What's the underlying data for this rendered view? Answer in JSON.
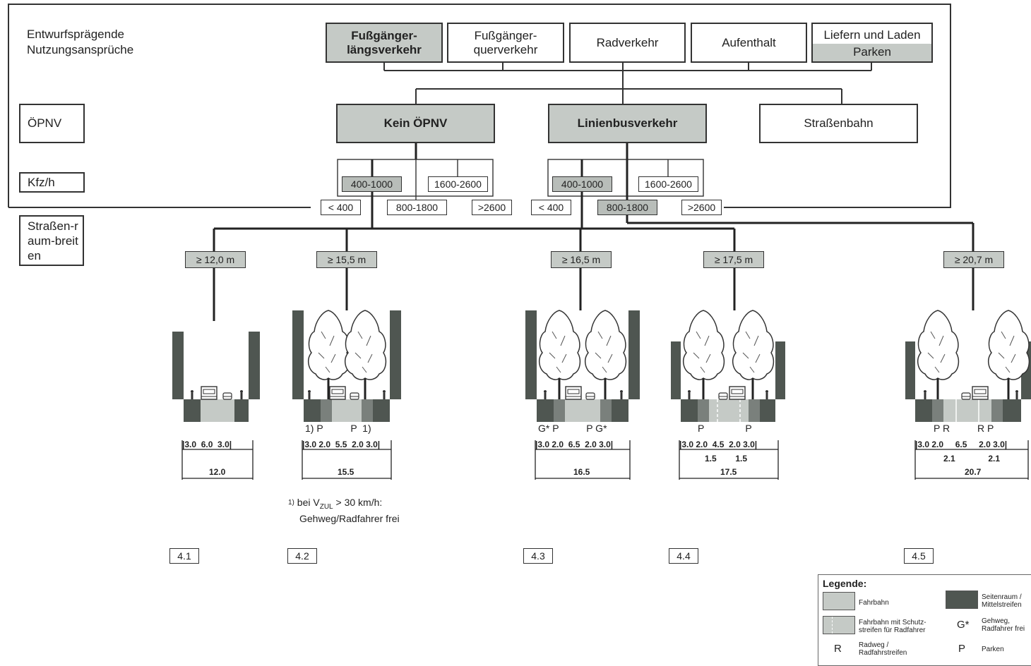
{
  "header": {
    "nutzung_label": "Entwurfsprägende Nutzungsansprüche",
    "oepnv_label": "ÖPNV",
    "kfz_label": "Kfz/h",
    "breiten_label": "Straßen-raum-breiten"
  },
  "nutzung": [
    {
      "line1": "Fußgänger-",
      "line2": "längsverkehr"
    },
    {
      "line1": "Fußgänger-",
      "line2": "querverkehr"
    },
    {
      "line1": "Radverkehr",
      "line2": ""
    },
    {
      "line1": "Aufenthalt",
      "line2": ""
    },
    {
      "line1": "Liefern und Laden",
      "line2": "Parken"
    }
  ],
  "oepnv": [
    "Kein ÖPNV",
    "Linienbusverkehr",
    "Straßenbahn"
  ],
  "kfz_left": [
    "< 400",
    "400-1000",
    "800-1800",
    "1600-2600",
    ">2600"
  ],
  "kfz_right": [
    "< 400",
    "400-1000",
    "800-1800",
    "1600-2600",
    ">2600"
  ],
  "widths": [
    "≥ 12,0 m",
    "≥ 15,5 m",
    "≥ 16,5 m",
    "≥ 17,5 m",
    "≥ 20,7 m"
  ],
  "sections": [
    {
      "id": "4.1",
      "letters": "",
      "dims": "|3.0  6.0  3.0|",
      "subdims": "",
      "total": "12.0"
    },
    {
      "id": "4.2",
      "letters": "1) P          P  1)",
      "dims": "|3.0 2.0  5.5  2.0 3.0|",
      "subdims": "",
      "total": "15.5"
    },
    {
      "id": "4.3",
      "letters": "G* P          P G*",
      "dims": "|3.0 2.0  6.5  2.0 3.0|",
      "subdims": "",
      "total": "16.5"
    },
    {
      "id": "4.4",
      "letters": "P               P",
      "dims": "|3.0 2.0  4.5  2.0 3.0|",
      "subdims": "1.5        1.5",
      "total": "17.5"
    },
    {
      "id": "4.5",
      "letters": "P R          R P",
      "dims": "|3.0 2.0     6.5     2.0 3.0|",
      "subdims": "2.1              2.1",
      "total": "20.7"
    }
  ],
  "footnote": {
    "marker": "1)",
    "line1": "bei V",
    "sub": "ZUL",
    "line1b": " > 30 km/h:",
    "line2": "Gehweg/Radfahrer frei"
  },
  "legend": {
    "title": "Legende:",
    "fahrbahn": "Fahrbahn",
    "schutz": "Fahrbahn mit Schutz-streifen für Radfahrer",
    "seitenraum": "Seitenraum / Mittelstreifen",
    "g_symbol": "G*",
    "g_text": "Gehweg, Radfahrer frei",
    "r_symbol": "R",
    "r_text": "Radweg / Radfahrstreifen",
    "p_symbol": "P",
    "p_text": "Parken"
  },
  "colors": {
    "light": "#c5cac6",
    "dark": "#4f5651",
    "line": "#333333"
  }
}
